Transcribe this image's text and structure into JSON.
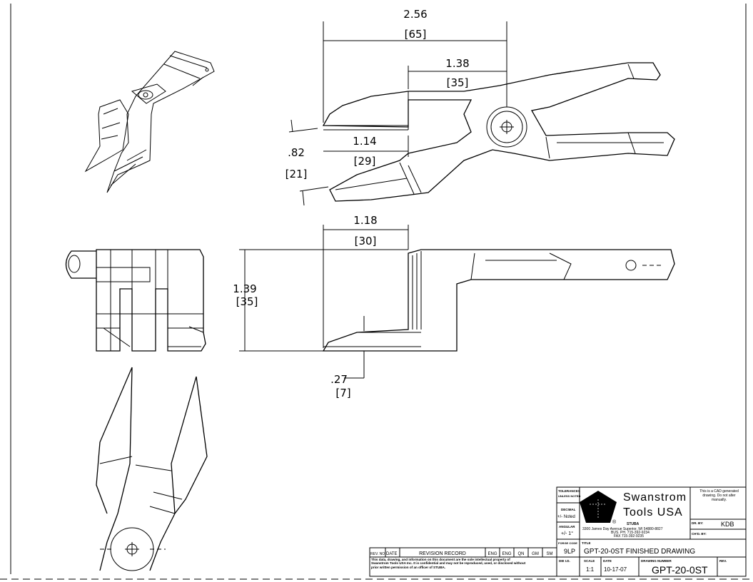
{
  "dimensions": {
    "overall_length": "2.56",
    "overall_length_mm": "[65]",
    "pivot_offset": "1.38",
    "pivot_offset_mm": "[35]",
    "blade_length": "1.14",
    "blade_length_mm": "[29]",
    "jaw_opening": ".82",
    "jaw_opening_mm": "[21]",
    "side_length": "1.18",
    "side_length_mm": "[30]",
    "height": "1.39",
    "height_mm": "[35]",
    "blade_thickness": ".27",
    "blade_thickness_mm": "[7]"
  },
  "title_block": {
    "tolerances_label": "TOLERANCES",
    "tolerances_sub": "UNLESS NOTED",
    "decimal_label": "DECIMAL",
    "decimal_value": "+/- Noted",
    "angular_label": "ANGULAR",
    "angular_value": "+/- 1°",
    "company_line1": "Swanstrom",
    "company_line2": "Tools USA",
    "registered": "®",
    "stuba": "STUBA",
    "address": "3300 James Day Avenue Superior, WI 54880-8827",
    "phone": "BUS. PH. 715-392-9234",
    "fax": "FAX 715-392-9235",
    "cad_note": "This is a CAD generated drawing. Do not alter manually.",
    "dr_by_label": "DR. BY:",
    "dr_by_value": "KDB",
    "chkd_by_label": "CH'D. BY:",
    "forge_code_label": "FORGE CODE",
    "forge_code_value": "9LP",
    "title_label": "TITLE",
    "title_value": "GPT-20-0ST FINISHED DRAWING",
    "die_id_label": "DIE I.D.",
    "scale_label": "SCALE",
    "scale_value": "1:1",
    "date_label": "DATE",
    "date_value": "10-17-07",
    "drawing_number_label": "DRAWING NUMBER",
    "drawing_number_value": "GPT-20-0ST",
    "rev_label": "REV."
  },
  "revision_record": {
    "headers": [
      "REV. NO",
      "DATE",
      "REVISION RECORD",
      "ENG",
      "ENG",
      "QN",
      "GM",
      "SM"
    ],
    "notice": "This data, drawing, and information on this document are the sole intellectual property of Swanstrom Tools USA Inc. It is confidential and may not be reproduced, used, or disclosed without prior written permission of an officer of STUBA."
  }
}
